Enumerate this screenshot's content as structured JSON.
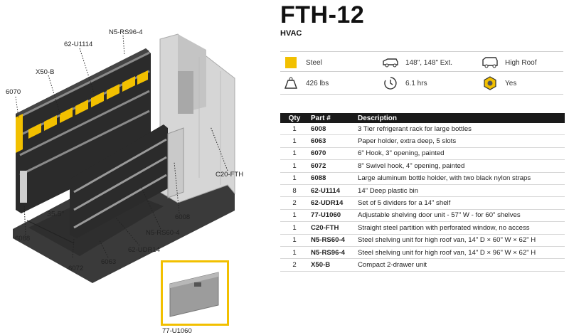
{
  "product": {
    "title": "FTH-12",
    "subtitle": "HVAC"
  },
  "colors": {
    "accent": "#F2C000",
    "header_bg": "#1A1A1A",
    "steel_swatch": "#F2C000"
  },
  "specs": [
    {
      "icon": "steel-swatch-icon",
      "value": "Steel"
    },
    {
      "icon": "van-icon",
      "value": "148\", 148\" Ext."
    },
    {
      "icon": "high-roof-van-icon",
      "value": "High Roof"
    },
    {
      "icon": "weight-icon",
      "value": "426 lbs"
    },
    {
      "icon": "time-icon",
      "value": "6.1 hrs"
    },
    {
      "icon": "hex-nut-icon",
      "value": "Yes"
    }
  ],
  "table": {
    "headers": {
      "qty": "Qty",
      "part": "Part #",
      "desc": "Description"
    },
    "rows": [
      {
        "qty": "1",
        "part": "6008",
        "desc": "3 Tier refrigerant rack for large bottles"
      },
      {
        "qty": "1",
        "part": "6063",
        "desc": "Paper holder, extra deep, 5 slots"
      },
      {
        "qty": "1",
        "part": "6070",
        "desc": "6\" Hook, 3\" opening, painted"
      },
      {
        "qty": "1",
        "part": "6072",
        "desc": "8\" Swivel hook, 4\" opening, painted"
      },
      {
        "qty": "1",
        "part": "6088",
        "desc": "Large aluminum bottle holder, with two black nylon straps"
      },
      {
        "qty": "8",
        "part": "62-U1114",
        "desc": "14\" Deep plastic bin"
      },
      {
        "qty": "2",
        "part": "62-UDR14",
        "desc": "Set of 5 dividers for a 14\" shelf"
      },
      {
        "qty": "1",
        "part": "77-U1060",
        "desc": "Adjustable shelving door unit - 57\" W - for 60\" shelves"
      },
      {
        "qty": "1",
        "part": "C20-FTH",
        "desc": "Straight steel partition with perforated window, no access"
      },
      {
        "qty": "1",
        "part": "N5-RS60-4",
        "desc": "Steel shelving unit for high roof van, 14\" D × 60\" W × 62\" H"
      },
      {
        "qty": "1",
        "part": "N5-RS96-4",
        "desc": "Steel shelving unit for high roof van, 14\" D × 96\" W × 62\" H"
      },
      {
        "qty": "2",
        "part": "X50-B",
        "desc": "Compact 2-drawer unit"
      }
    ]
  },
  "callouts": {
    "n5rs96": "N5-RS96-4",
    "u1114": "62-U1114",
    "x50b": "X50-B",
    "p6070": "6070",
    "c20": "C20-FTH",
    "p6008": "6008",
    "n5rs60": "N5-RS60-4",
    "udr14": "62-UDR14",
    "p6063": "6063",
    "p6088": "6088",
    "p6072": "6072",
    "dim": "35.5\"",
    "door": "77-U1060"
  }
}
